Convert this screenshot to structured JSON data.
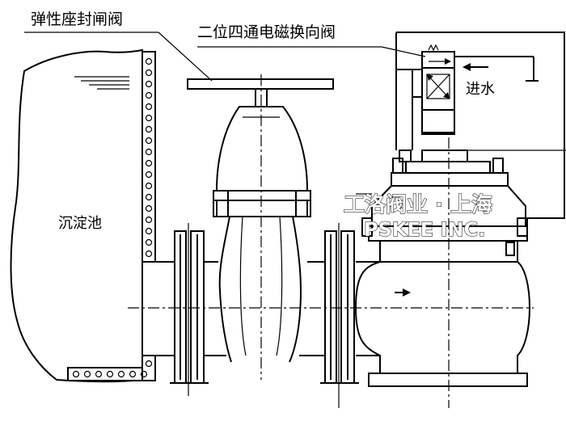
{
  "labels": {
    "gate_valve": "弹性座封闸阀",
    "solenoid_valve": "二位四通电磁换向阀",
    "water_inlet": "进水",
    "tank": "沉淀池"
  },
  "watermark": {
    "line1": "工洛阀业 · 上海",
    "line2": "PSKEE INC."
  }
}
